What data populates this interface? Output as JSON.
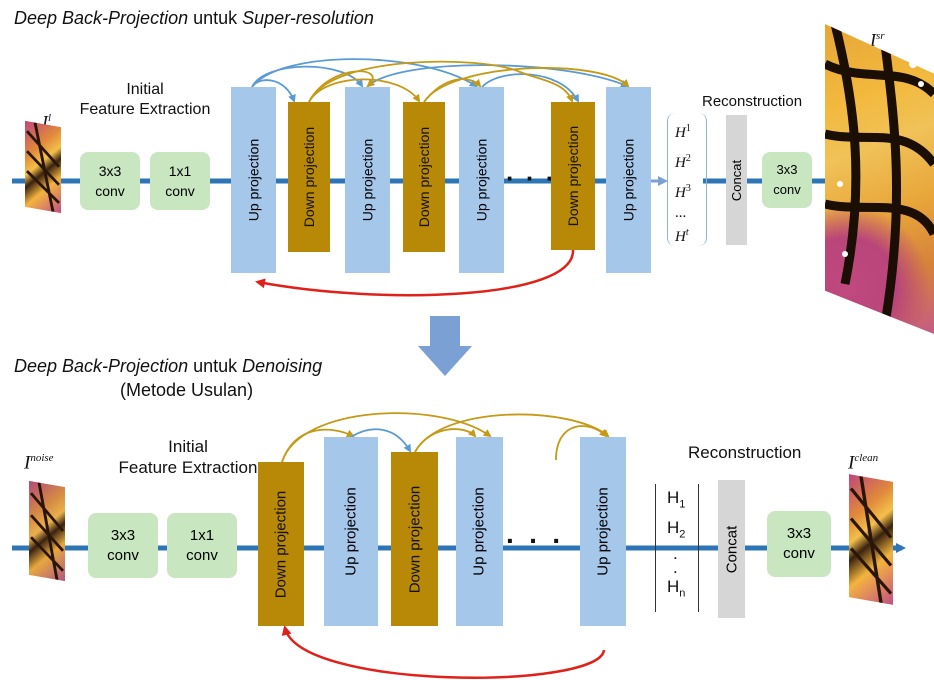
{
  "top": {
    "title_italic_1": "Deep Back-Projection",
    "title_plain": " untuk ",
    "title_italic_2": "Super-resolution",
    "input_label_base": "I",
    "input_label_sup": "l",
    "initial_label_line1": "Initial",
    "initial_label_line2": "Feature Extraction",
    "conv1_line1": "3x3",
    "conv1_line2": "conv",
    "conv2_line1": "1x1",
    "conv2_line2": "conv",
    "up_label": "Up projection",
    "down_label": "Down projection",
    "ellipsis": "· · ·",
    "h_items": [
      "H",
      "H",
      "H",
      "...",
      "H"
    ],
    "h_sups": [
      "1",
      "2",
      "3",
      "",
      "t"
    ],
    "reconstruction_label": "Reconstruction",
    "concat_label": "Concat",
    "conv3_line1": "3x3",
    "conv3_line2": "conv",
    "output_label_base": "I",
    "output_label_sup": "sr"
  },
  "bottom": {
    "title_italic_1": "Deep Back-Projection",
    "title_plain": " untuk ",
    "title_italic_2": "Denoising",
    "subtitle": "(Metode Usulan)",
    "input_label_base": "I",
    "input_label_sup": "noise",
    "initial_label_line1": "Initial",
    "initial_label_line2": "Feature Extraction",
    "conv1_line1": "3x3",
    "conv1_line2": "conv",
    "conv2_line1": "1x1",
    "conv2_line2": "conv",
    "up_label": "Up projection",
    "down_label": "Down projection",
    "ellipsis": "· · ·",
    "h_items": [
      "H",
      "H",
      ".",
      ".",
      "H"
    ],
    "h_subs": [
      "1",
      "2",
      "",
      "",
      "n"
    ],
    "reconstruction_label": "Reconstruction",
    "concat_label": "Concat",
    "conv3_line1": "3x3",
    "conv3_line2": "conv",
    "output_label_base": "I",
    "output_label_sup": "clean"
  },
  "colors": {
    "trunk": "#2e75b6",
    "up_block": "#a5c7ea",
    "down_block": "#b88906",
    "conv_block": "#c8e6c0",
    "concat_block": "#d6d6d6",
    "skip_gold": "#c49a16",
    "skip_blue": "#5b9bd5",
    "feedback_red": "#e0201b",
    "transition_arrow": "#7aa0d4"
  }
}
